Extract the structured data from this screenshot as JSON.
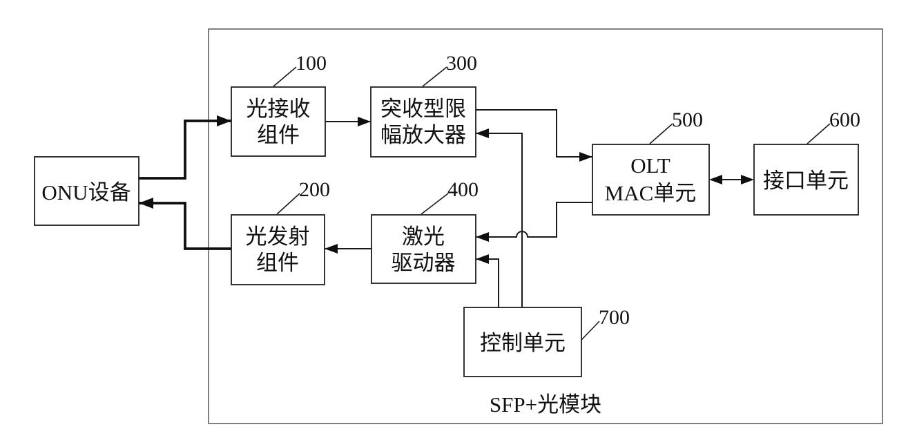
{
  "figure": {
    "module_label": "SFP+光模块",
    "boxes": {
      "onu": {
        "label": "ONU设备",
        "ref": ""
      },
      "rx": {
        "line1": "光接收",
        "line2": "组件",
        "ref": "100"
      },
      "la": {
        "line1": "突收型限",
        "line2": "幅放大器",
        "ref": "300"
      },
      "tx": {
        "line1": "光发射",
        "line2": "组件",
        "ref": "200"
      },
      "ld": {
        "line1": "激光",
        "line2": "驱动器",
        "ref": "400"
      },
      "mac": {
        "line1": "OLT",
        "line2": "MAC单元",
        "ref": "500"
      },
      "itf": {
        "label": "接口单元",
        "ref": "600"
      },
      "ctrl": {
        "label": "控制单元",
        "ref": "700"
      }
    },
    "connections": [
      {
        "from": "ONU设备",
        "to": "光接收组件",
        "style": "thick",
        "direction": "one-way"
      },
      {
        "from": "光发射组件",
        "to": "ONU设备",
        "style": "thick",
        "direction": "one-way"
      },
      {
        "from": "光接收组件",
        "to": "突收型限幅放大器",
        "style": "thin",
        "direction": "one-way"
      },
      {
        "from": "突收型限幅放大器",
        "to": "OLT MAC单元",
        "style": "thin",
        "direction": "one-way"
      },
      {
        "from": "OLT MAC单元",
        "to": "激光驱动器",
        "style": "thin",
        "direction": "one-way"
      },
      {
        "from": "激光驱动器",
        "to": "光发射组件",
        "style": "thin",
        "direction": "one-way"
      },
      {
        "from": "控制单元",
        "to": "突收型限幅放大器",
        "style": "thin",
        "direction": "one-way"
      },
      {
        "from": "控制单元",
        "to": "激光驱动器",
        "style": "thin",
        "direction": "one-way"
      },
      {
        "from": "OLT MAC单元",
        "to": "接口单元",
        "style": "thin",
        "direction": "two-way"
      }
    ],
    "colors": {
      "line": "#1a1a1a",
      "background": "#ffffff"
    }
  }
}
